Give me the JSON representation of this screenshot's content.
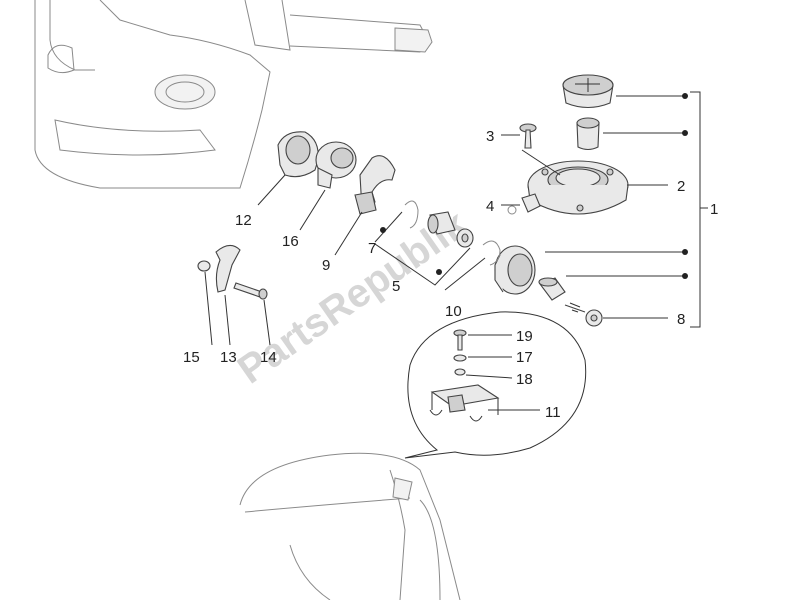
{
  "watermark": "PartsRepublik",
  "callouts": {
    "c1": "1",
    "c2": "2",
    "c3": "3",
    "c4": "4",
    "c5": "5",
    "c7": "7",
    "c8": "8",
    "c9": "9",
    "c10": "10",
    "c11": "11",
    "c12": "12",
    "c13": "13",
    "c14": "14",
    "c15": "15",
    "c16": "16",
    "c17": "17",
    "c18": "18",
    "c19": "19"
  },
  "colors": {
    "line": "#333333",
    "part": "#e9e9e9",
    "ghost": "#8a8a8a",
    "watermark": "#d6d6d6"
  }
}
